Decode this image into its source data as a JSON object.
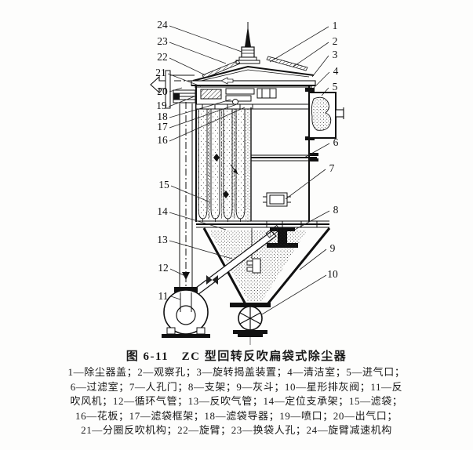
{
  "figure": {
    "caption": "图 6-11　ZC 型回转反吹扁袋式除尘器",
    "legend_lines": [
      "1—除尘器盖；2—观察孔；3—旋转揭盖装置；4—清洁室；5—进气口；",
      "6—过滤室；7—人孔门；8—支架；9—灰斗；10—星形排灰阀；11—反",
      "吹风机；12—循环气管；13—反吹气管；14—定位支承架；15—滤袋；",
      "16—花板；17—滤袋框架；18—滤袋导器；19—喷口；20—出气口；",
      "21—分圈反吹机构；22—旋臂；23—换袋人孔；24—旋臂减速机构"
    ]
  },
  "callouts": {
    "n1": "1",
    "n2": "2",
    "n3": "3",
    "n4": "4",
    "n5": "5",
    "n6": "6",
    "n7": "7",
    "n8": "8",
    "n9": "9",
    "n10": "10",
    "n11": "11",
    "n12": "12",
    "n13": "13",
    "n14": "14",
    "n15": "15",
    "n16": "16",
    "n17": "17",
    "n18": "18",
    "n19": "19",
    "n20": "20",
    "n21": "21",
    "n22": "22",
    "n23": "23",
    "n24": "24"
  },
  "colors": {
    "ink": "#1a1a1a",
    "paper": "#fdfdfc"
  }
}
